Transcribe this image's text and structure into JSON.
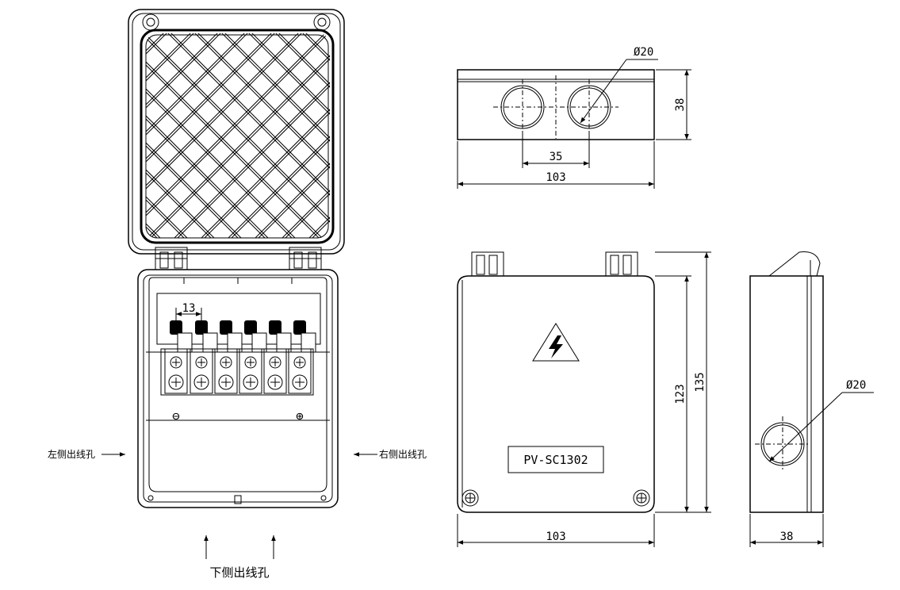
{
  "lid": {
    "hatch": "diamond-mesh"
  },
  "box_front_open": {
    "terminal_pitch": "13",
    "negative_symbol": "⊖",
    "positive_symbol": "⊕",
    "left_outlet_label": "左侧出线孔",
    "right_outlet_label": "右侧出线孔",
    "bottom_outlet_label": "下侧出线孔"
  },
  "top_view": {
    "hole_diameter": "Ø20",
    "height": "38",
    "hole_spacing": "35",
    "width": "103"
  },
  "front_view": {
    "inner_height": "123",
    "outer_height": "135",
    "width": "103",
    "model_label": "PV-SC1302",
    "warning_icon": "high-voltage-warning-icon"
  },
  "side_view": {
    "hole_diameter": "Ø20",
    "depth": "38"
  }
}
